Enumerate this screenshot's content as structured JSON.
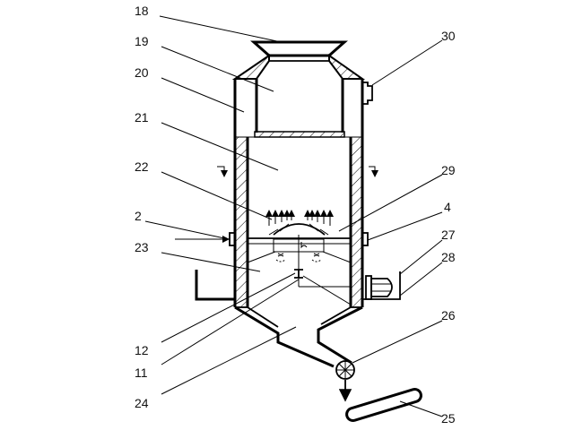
{
  "diagram": {
    "labels": {
      "l18": "18",
      "l19": "19",
      "l20": "20",
      "l21": "21",
      "l22": "22",
      "l2": "2",
      "l23": "23",
      "l12": "12",
      "l11": "11",
      "l24": "24",
      "l30": "30",
      "l29": "29",
      "l4": "4",
      "l27": "27",
      "l28": "28",
      "l26": "26",
      "l25": "25"
    }
  }
}
